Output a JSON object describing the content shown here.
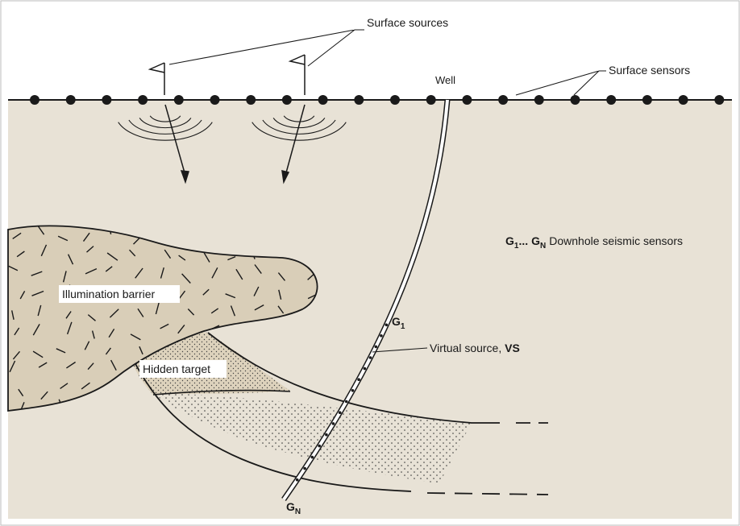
{
  "labels": {
    "surface_sources": "Surface sources",
    "well": "Well",
    "surface_sensors": "Surface sensors",
    "downhole_g1": "G",
    "downhole_g1_sub": "1",
    "downhole_ellipsis": "...",
    "downhole_gn": "G",
    "downhole_gn_sub": "N",
    "downhole_desc": "Downhole seismic sensors",
    "illumination_barrier": "Illumination barrier",
    "hidden_target": "Hidden target",
    "g1_label": "G",
    "g1_label_sub": "1",
    "gn_label": "G",
    "gn_label_sub": "N",
    "virtual_source": "Virtual source, ",
    "virtual_source_bold": "VS"
  },
  "colors": {
    "ground": "#e8e2d6",
    "sky": "#ffffff",
    "barrier_fill": "#d9ceb8",
    "target_fill": "#ddd2bc",
    "layer_fill": "#ebe5d9",
    "ink": "#1a1a1a"
  }
}
